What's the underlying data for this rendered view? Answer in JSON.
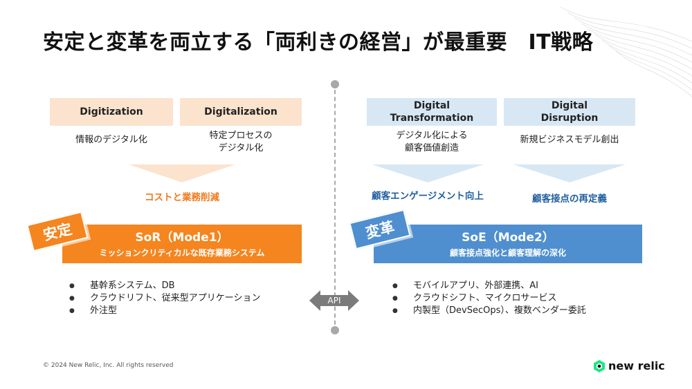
{
  "title": "安定と変革を両立する「両利きの経営」が最重要　IT戦略",
  "colors": {
    "orange": "#f5851f",
    "orange_light": "#fbe3cd",
    "blue": "#4f8fcf",
    "blue_light": "#d8e7f4",
    "blue_text": "#1f5f9e"
  },
  "left": {
    "headers": [
      {
        "label": "Digitization",
        "desc_line1": "情報のデジタル化",
        "desc_line2": ""
      },
      {
        "label": "Digitalization",
        "desc_line1": "特定プロセスの",
        "desc_line2": "デジタル化"
      }
    ],
    "result": "コストと業務削減",
    "tag": "安定",
    "bar_main": "SoR（Mode1）",
    "bar_sub": "ミッションクリティカルな既存業務システム",
    "bullets": [
      "基幹系システム、DB",
      "クラウドリフト、従来型アプリケーション",
      "外注型"
    ]
  },
  "right": {
    "headers": [
      {
        "line1": "Digital",
        "line2": "Transformation",
        "desc_line1": "デジタル化による",
        "desc_line2": "顧客価値創造",
        "result": "顧客エンゲージメント向上"
      },
      {
        "line1": "Digital",
        "line2": "Disruption",
        "desc_line1": "新規ビジネスモデル創出",
        "desc_line2": "",
        "result": "顧客接点の再定義"
      }
    ],
    "tag": "変革",
    "bar_main": "SoE（Mode2）",
    "bar_sub": "顧客接点強化と顧客理解の深化",
    "bullets": [
      "モバイルアプリ、外部連携、AI",
      "クラウドシフト、マイクロサービス",
      "内製型（DevSecOps）、複数ベンダー委託"
    ]
  },
  "api_label": "API",
  "footer": "© 2024 New Relic, Inc. All rights reserved",
  "logo_text": "new relic",
  "logo_icon": "new-relic-logo-icon"
}
